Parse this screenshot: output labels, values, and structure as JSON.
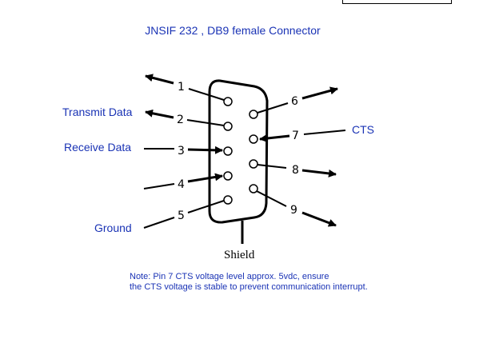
{
  "title": "JNSIF 232 , DB9 female Connector",
  "labels": {
    "transmit": "Transmit Data",
    "receive": "Receive Data",
    "ground": "Ground",
    "cts": "CTS",
    "shield": "Shield"
  },
  "pins": [
    "1",
    "2",
    "3",
    "4",
    "5",
    "6",
    "7",
    "8",
    "9"
  ],
  "note": {
    "line1": "Note: Pin 7 CTS voltage level approx. 5vdc, ensure",
    "line2": "the CTS voltage is stable to prevent communication interrupt."
  },
  "colors": {
    "label_blue": "#1a33b5",
    "line": "#000000"
  }
}
